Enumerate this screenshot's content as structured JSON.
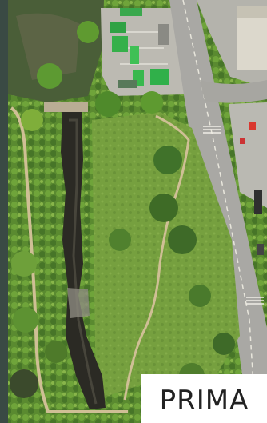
{
  "caption": {
    "text": "PRIMA"
  },
  "colors": {
    "grass": "#6f9a3c",
    "trees": "#4f7d2a",
    "ravine": "#2b2a24",
    "path": "#c9b98a",
    "road": "#a9a9a6",
    "lot": "#bdbcb5",
    "green_roofs": "#35b04a",
    "building": "#d8d4c8"
  },
  "icons": [
    "ravine",
    "footpath",
    "road",
    "parking-lot",
    "building"
  ]
}
